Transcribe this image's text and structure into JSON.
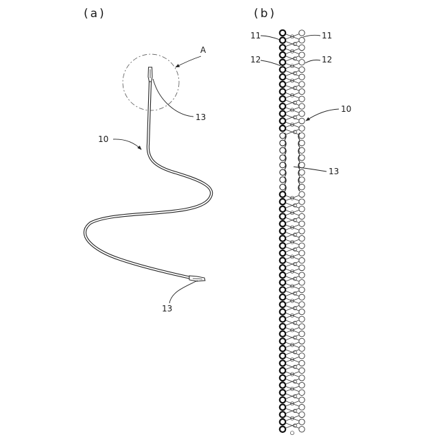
{
  "panel_a": {
    "label": "(a)",
    "detail_label": "A",
    "wire_label": "10",
    "tip_label_top": "13",
    "tip_label_bottom": "13"
  },
  "panel_b": {
    "label": "(b)",
    "loop_labels": [
      "11",
      "11"
    ],
    "link_labels": [
      "12",
      "12"
    ],
    "chain_label": "10",
    "gap_label": "13"
  }
}
